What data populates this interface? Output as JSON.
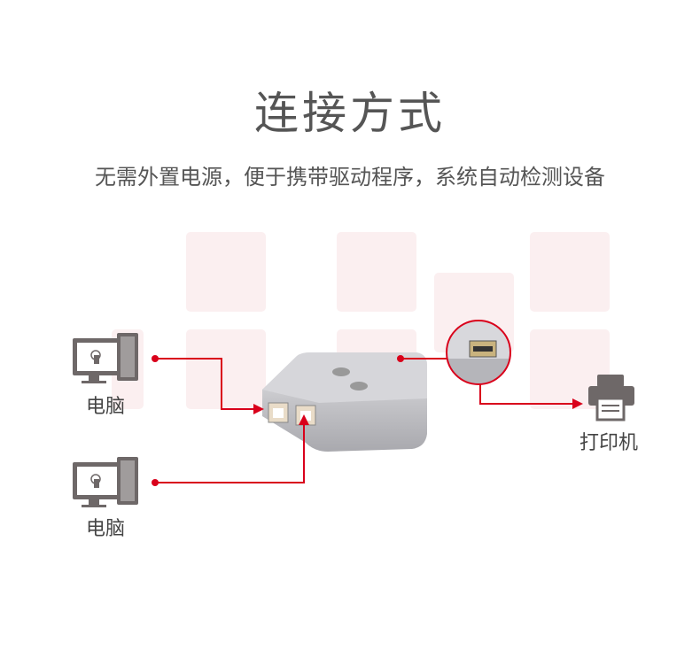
{
  "title": "连接方式",
  "subtitle": "无需外置电源，便于携带驱动程序，系统自动检测设备",
  "labels": {
    "computer1": "电脑",
    "computer2": "电脑",
    "printer": "打印机"
  },
  "colors": {
    "accent": "#d9001b",
    "tile": "#fbeff0",
    "icon": "#6e6868"
  }
}
